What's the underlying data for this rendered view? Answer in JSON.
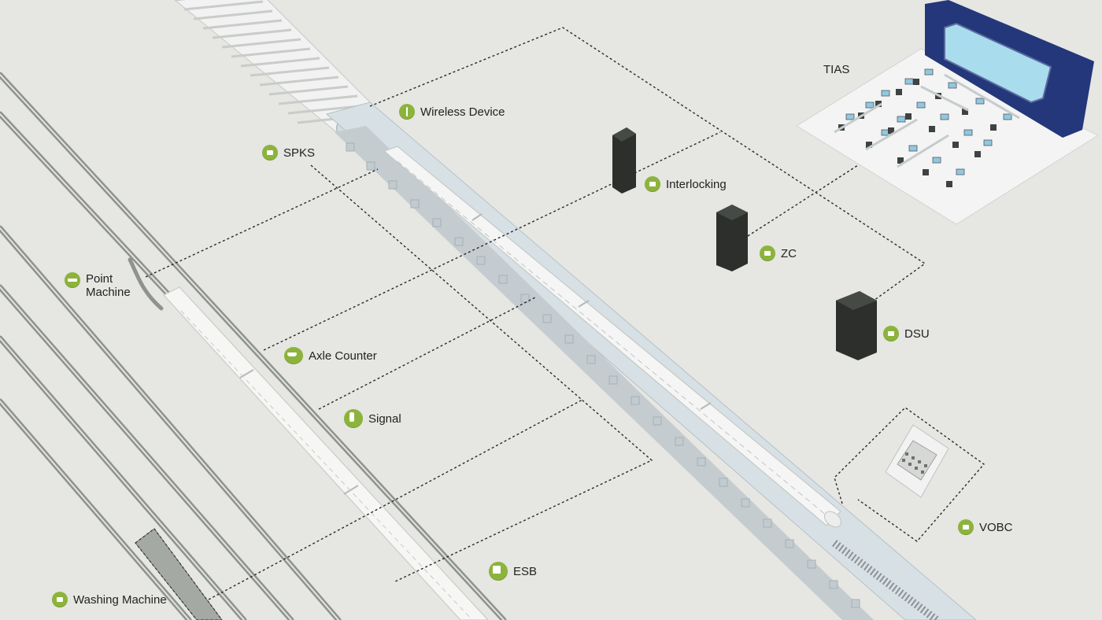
{
  "labels": {
    "wireless_device": "Wireless Device",
    "spks": "SPKS",
    "interlocking": "Interlocking",
    "tias": "TIAS",
    "zc": "ZC",
    "dsu": "DSU",
    "point_machine": "Point\nMachine",
    "axle_counter": "Axle Counter",
    "signal": "Signal",
    "vobc": "VOBC",
    "esb": "ESB",
    "washing_machine": "Washing Machine"
  },
  "colors": {
    "background": "#e6e6e2",
    "badge": "#8cb43c",
    "server": "#2c2f2c",
    "console": "#23377a",
    "screen": "#a9dcec",
    "train": "#f4f5f4",
    "track": "#8f938e",
    "viaduct": "#d7e0e5"
  }
}
